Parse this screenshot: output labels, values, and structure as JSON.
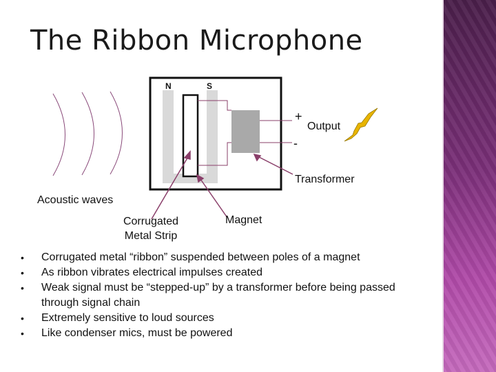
{
  "slide": {
    "title": "The Ribbon Microphone"
  },
  "diagram": {
    "pole_north": "N",
    "pole_south": "S",
    "plus_sign": "+",
    "minus_sign": "-",
    "output_label": "Output",
    "transformer_label": "Transformer",
    "acoustic_waves_label": "Acoustic waves",
    "corrugated_strip_label_line1": "Corrugated",
    "corrugated_strip_label_line2": "Metal Strip",
    "magnet_label": "Magnet"
  },
  "bullets": [
    "Corrugated metal “ribbon” suspended between poles of a magnet",
    "As ribbon vibrates electrical impulses created",
    "Weak signal must be “stepped-up” by a transformer before being passed through signal chain",
    "Extremely sensitive to loud sources",
    "Like condenser mics, must be powered"
  ],
  "colors": {
    "wave_line": "#8a4a7a",
    "pointer_line": "#8a3f6a",
    "magnet_fill": "#d9d9d9",
    "transformer_fill": "#a9a9a9",
    "panel_accent": "#7a2f78",
    "lightning": "#e8b400"
  },
  "icons": {
    "output_symbol": "lightning-bolt-icon"
  }
}
